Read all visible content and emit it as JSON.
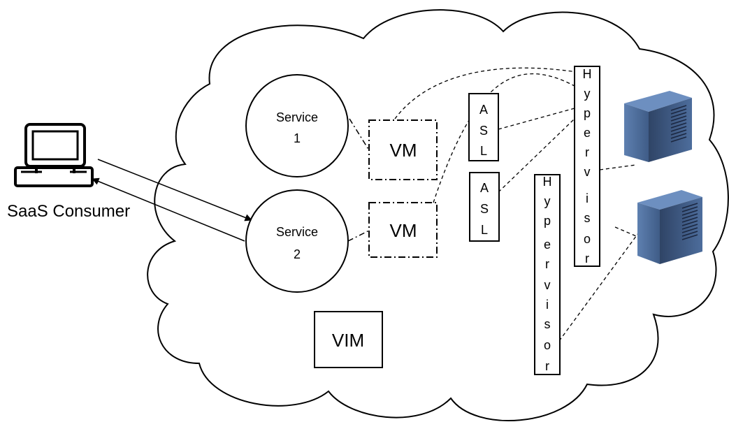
{
  "consumer": {
    "label": "SaaS Consumer",
    "icon": "computer-icon"
  },
  "services": [
    {
      "line1": "Service",
      "line2": "1"
    },
    {
      "line1": "Service",
      "line2": "2"
    }
  ],
  "vms": [
    {
      "label": "VM"
    },
    {
      "label": "VM"
    }
  ],
  "vim": {
    "label": "VIM"
  },
  "asl": [
    {
      "letters": [
        "A",
        "S",
        "L"
      ]
    },
    {
      "letters": [
        "A",
        "S",
        "L"
      ]
    }
  ],
  "hypervisors": [
    {
      "letters": [
        "H",
        "y",
        "p",
        "e",
        "r",
        "v",
        "i",
        "s",
        "o",
        "r"
      ]
    },
    {
      "letters": [
        "H",
        "y",
        "p",
        "e",
        "r",
        "v",
        "i",
        "s",
        "o",
        "r"
      ]
    }
  ],
  "servers": [
    {
      "icon": "server-icon"
    },
    {
      "icon": "server-icon"
    }
  ],
  "colors": {
    "server_blue": "#4a6a96",
    "server_dark": "#2c3f5e",
    "line": "#000000"
  }
}
